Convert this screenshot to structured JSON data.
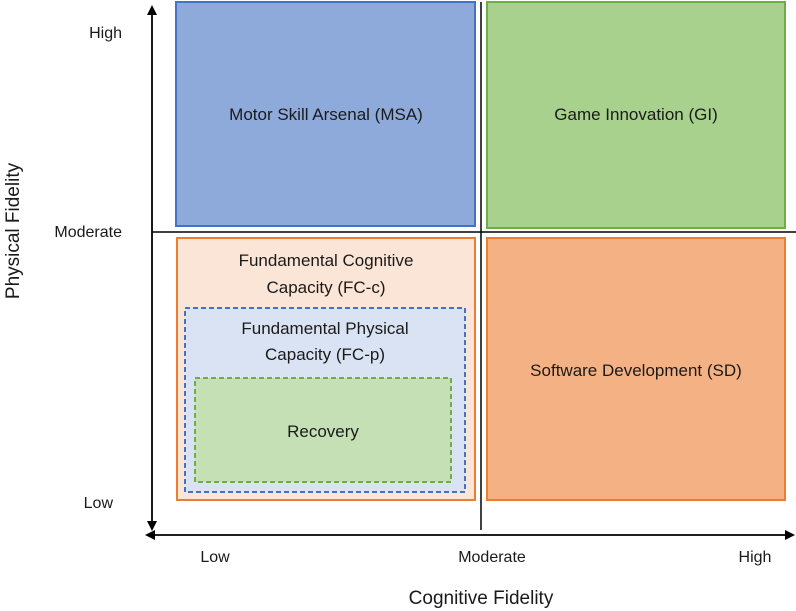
{
  "axes": {
    "x_title": "Cognitive Fidelity",
    "y_title": "Physical Fidelity",
    "x_ticks": [
      "Low",
      "Moderate",
      "High"
    ],
    "y_ticks": [
      "High",
      "Moderate",
      "Low"
    ]
  },
  "quadrants": {
    "msa": {
      "label": "Motor Skill Arsenal (MSA)",
      "fill": "#8eaadb",
      "stroke": "#4472c4"
    },
    "gi": {
      "label": "Game Innovation (GI)",
      "fill": "#a9d18e",
      "stroke": "#70ad47"
    },
    "sd": {
      "label": "Software Development (SD)",
      "fill": "#f4b183",
      "stroke": "#ed7d31"
    },
    "fcc": {
      "label_line1": "Fundamental Cognitive",
      "label_line2": "Capacity (FC-c)",
      "fill": "#fbe5d6",
      "stroke": "#ed7d31"
    },
    "fcp": {
      "label_line1": "Fundamental Physical",
      "label_line2": "Capacity (FC-p)",
      "fill": "#dae3f3",
      "stroke": "#4472c4"
    },
    "recovery": {
      "label": "Recovery",
      "fill": "#c5e0b4",
      "stroke": "#70ad47"
    }
  }
}
